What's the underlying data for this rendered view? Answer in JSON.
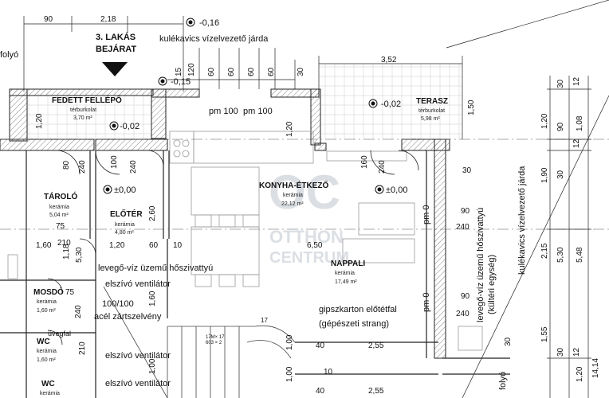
{
  "entrance": {
    "title_line1": "3. LAKÁS",
    "title_line2": "BEJÁRAT"
  },
  "levels": {
    "top": "-0,16",
    "entrance": "-0,15",
    "terrace": "-0,02",
    "porch": "-0,02",
    "kitchen": "±0,00",
    "storage": "±0,00"
  },
  "notes": {
    "gravel_top": "kulékavics vízelvezető járda",
    "gravel_right": "kulékavics vízelvezető járda",
    "heatpump_left": "levegő-víz üzemű hőszivattyú",
    "heatpump_right_1": "levegő-víz üzemű hőszivattyú",
    "heatpump_right_2": "(kültéri egység)",
    "vent1": "elszívó ventilátor",
    "vent2": "elszívó ventilátor",
    "vent3": "elszívó ventilátor",
    "tube_size": "100/100",
    "tube": "acél zártszelvény",
    "drywall_1": "gipszkarton előtétfal",
    "drywall_2": "(gépészeti strang)",
    "pm1": "pm 100",
    "pm2": "pm 100",
    "pm0a": "pm 0",
    "pm0b": "pm 0",
    "folyo1": "folyó",
    "folyo2": "folyó",
    "uvegfal": "üvegfal"
  },
  "rooms": {
    "porch": {
      "name": "FEDETT FELLÉPŐ",
      "material": "térburkolat",
      "area": "3,70 m²"
    },
    "terrace": {
      "name": "TERASZ",
      "material": "térburkolat",
      "area": "5,98 m²"
    },
    "kitchen": {
      "name": "KONYHA-ÉTKEZŐ",
      "material": "kerámia",
      "area": "22,12 m²"
    },
    "storage": {
      "name": "TÁROLÓ",
      "material": "kerámia",
      "area": "5,04 m²"
    },
    "hall": {
      "name": "ELŐTÉR",
      "material": "kerámia",
      "area": "4,80 m²"
    },
    "living": {
      "name": "NAPPALI",
      "material": "kerámia",
      "area": "17,49 m²"
    },
    "washroom": {
      "name": "MOSDÓ",
      "material": "kerámia",
      "area": "1,60 m²"
    },
    "wc1": {
      "name": "WC",
      "material": "kerámia",
      "area": "1,60 m²"
    },
    "wc2": {
      "name": "WC",
      "material": "kerámia"
    }
  },
  "dims": {
    "top_90": "90",
    "top_218": "2,18",
    "top_352": "3,52",
    "top_15": "15",
    "top_120": "120",
    "top_60a": "60",
    "top_60b": "60",
    "top_60c": "60",
    "top_60d": "60",
    "top_30": "30",
    "porch_120": "1,20",
    "hall_120": "1,20",
    "terr_150": "1,50",
    "d80": "80",
    "d240a": "240",
    "d100": "100",
    "d240b": "240",
    "d160": "160",
    "d240c": "240",
    "d260": "2,60",
    "h160": "1,60",
    "h210": "210",
    "h120": "1,20",
    "h60": "60",
    "h10a": "10",
    "h650": "6,50",
    "h75": "75",
    "h118": "1,18",
    "h530": "5,30",
    "h160v": "1,60",
    "m75": "75",
    "m240": "240",
    "m210": "210",
    "r30": "30",
    "r90a": "90",
    "r240a": "240",
    "r90b": "90",
    "r240b": "240",
    "r30b": "30",
    "r100": "1,00",
    "b40a": "40",
    "b255a": "2,55",
    "b40b": "40",
    "b255b": "2,55",
    "b100": "1,00",
    "b100b": "1,00",
    "b10": "10",
    "rs_30": "30",
    "rs_12a": "12",
    "rs_120": "1,20",
    "rs_90": "90",
    "rs_12b": "12",
    "rs_108": "1,08",
    "rs_190": "1,90",
    "rs_215": "2,15",
    "rs_530": "5,30",
    "rs_548": "5,48",
    "rs_155": "1,55",
    "rs_30b": "30",
    "rs_12c": "12",
    "rs_1414": "14,14",
    "rs_120b": "1,20",
    "rs_30c": "30",
    "stair_17": "17",
    "stair_a": "17M× 17",
    "stair_b": "603 × 2"
  },
  "watermark": {
    "logo": "OC",
    "line1": "OTTHON",
    "line2": "CENTRUM"
  }
}
